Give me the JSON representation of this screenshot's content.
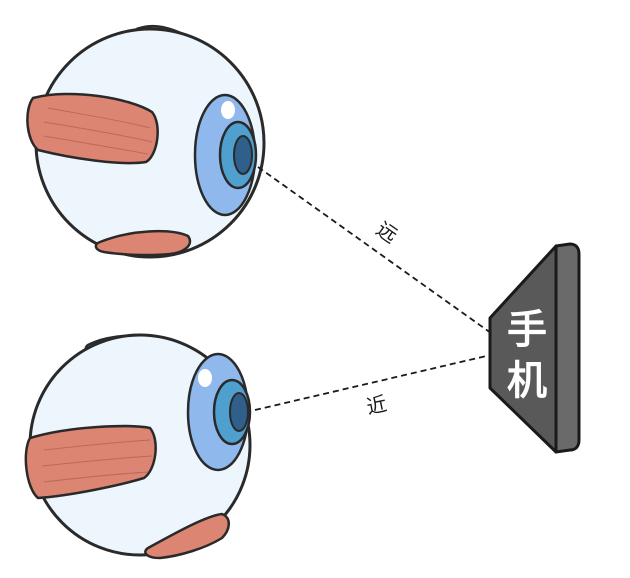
{
  "diagram": {
    "phone_label": "手机",
    "far_label": "远",
    "near_label": "近",
    "colors": {
      "eyeball": "#eef6fd",
      "outline": "#2a2a2a",
      "iris": "#8fb8ec",
      "iris_inner": "#4fa0cf",
      "pupil": "#2f5f8a",
      "muscle": "#dd8573",
      "phone_face": "#595959",
      "phone_side": "#6a6a6a",
      "phone_text": "#ffffff"
    }
  }
}
